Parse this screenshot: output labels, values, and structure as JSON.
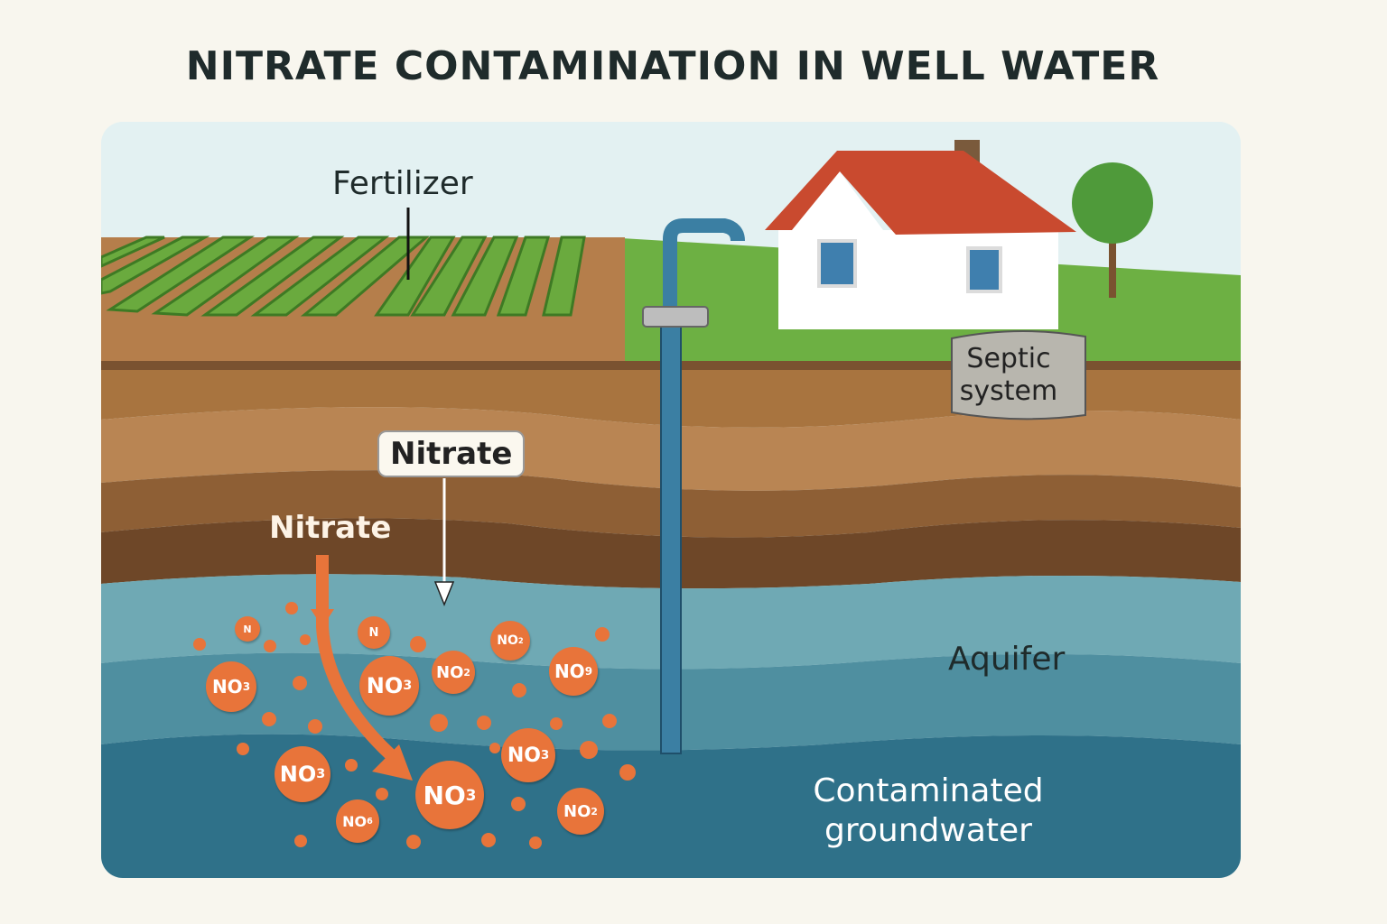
{
  "title": "NITRATE CONTAMINATION IN WELL WATER",
  "labels": {
    "fertilizer": "Fertilizer",
    "septic_line1": "Septic",
    "septic_line2": "system",
    "nitrate_box": "Nitrate",
    "nitrate_arrow": "Nitrate",
    "aquifer": "Aquifer",
    "contaminated_line1": "Contaminated",
    "contaminated_line2": "groundwater"
  },
  "ions": [
    {
      "base": "N",
      "sub": ""
    },
    {
      "base": "N",
      "sub": ""
    },
    {
      "base": "NO",
      "sub": "2"
    },
    {
      "base": "NO",
      "sub": "3"
    },
    {
      "base": "NO",
      "sub": "3"
    },
    {
      "base": "NO",
      "sub": "2"
    },
    {
      "base": "NO",
      "sub": "9"
    },
    {
      "base": "NO",
      "sub": "3"
    },
    {
      "base": "NO",
      "sub": "3"
    },
    {
      "base": "NO",
      "sub": "3"
    },
    {
      "base": "NO",
      "sub": "6"
    },
    {
      "base": "NO",
      "sub": "2"
    }
  ],
  "colors": {
    "background": "#f8f6ee",
    "sky": "#e3f1f2",
    "crop": "#6aaa3e",
    "grass": "#6db043",
    "soil_light": "#b98553",
    "soil_mid": "#9a6a3f",
    "soil_dark": "#7a5230",
    "aquifer_light": "#6fa9b4",
    "aquifer_mid": "#4f8fa0",
    "groundwater": "#2f7189",
    "nitrate": "#e8743a",
    "pipe": "#3b7fa3",
    "roof": "#c94a2f"
  }
}
